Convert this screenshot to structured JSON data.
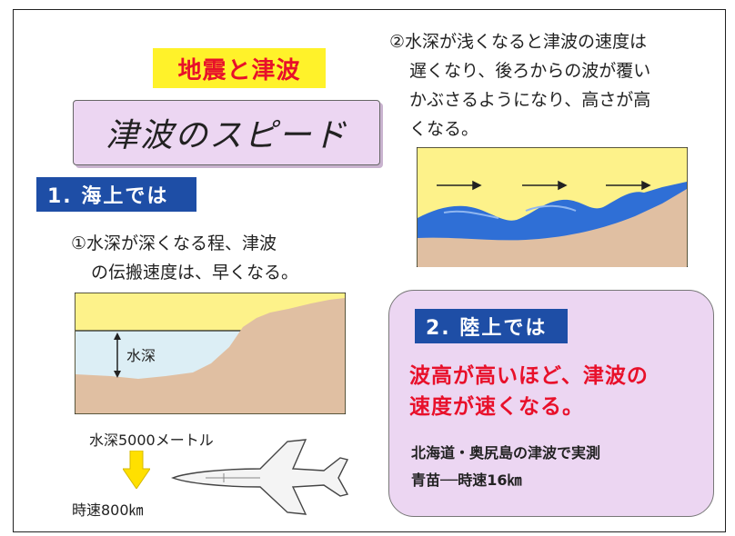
{
  "header": {
    "title": "地震と津波",
    "subtitle": "津波のスピード"
  },
  "section1": {
    "heading": "1. 海上では",
    "text_lines": [
      "①水深が深くなる程、津波",
      "の伝搬速度は、早くなる。"
    ],
    "depth_label": "水深",
    "depth_value": "水深5000メートル",
    "speed_value": "時速800㎞"
  },
  "right_text": {
    "lines": [
      "②水深が浅くなると津波の速度は",
      "遅くなり、後ろからの波が覆い",
      "かぶさるようになり、高さが高",
      "くなる。"
    ]
  },
  "section2": {
    "heading": "2. 陸上では",
    "highlight_lines": [
      "波高が高いほど、津波の",
      "速度が速くなる。"
    ],
    "measurement_title": "北海道・奥尻島の津波で実測",
    "measurement_value": "青苗──時速16㎞"
  },
  "colors": {
    "title_bg": "#fff22a",
    "title_text": "#e8102a",
    "section_head": "#1e4ea6",
    "purple_box": "#ecd6f2",
    "sky_yellow": "#fdf28a",
    "sea_blue": "#2f6fd6",
    "land_tan": "#e0bfa2"
  },
  "icons": [
    "down-arrow-icon",
    "jet-plane-icon",
    "wave-arrow-icon"
  ]
}
